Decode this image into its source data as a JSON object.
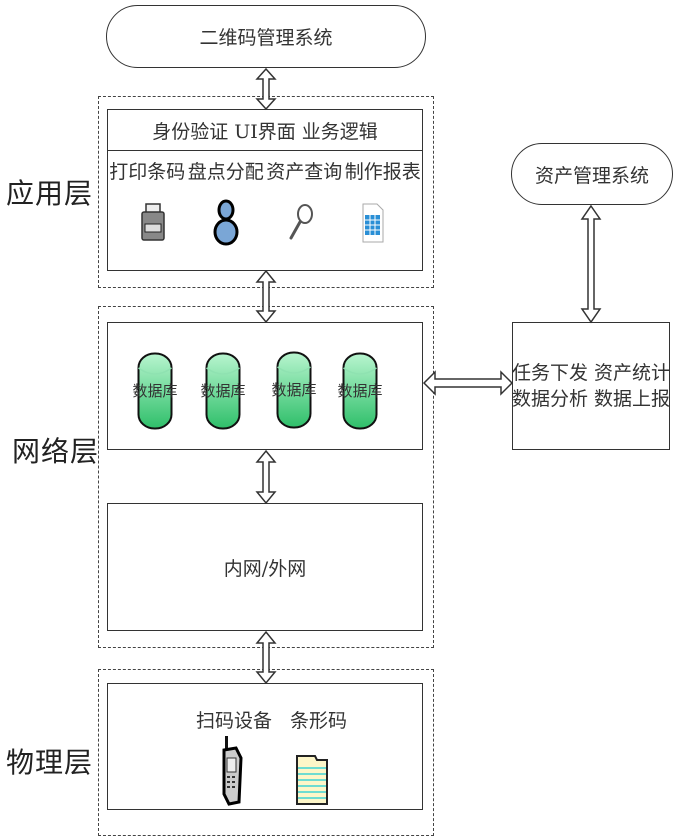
{
  "top_system": {
    "label": "二维码管理系统"
  },
  "asset_system": {
    "label": "资产管理系统"
  },
  "layers": [
    {
      "label": "应用层"
    },
    {
      "label": "网络层"
    },
    {
      "label": "物理层"
    }
  ],
  "application": {
    "header": "身份验证 UI界面 业务逻辑",
    "functions": [
      "打印条码",
      "盘点分配",
      "资产查询",
      "制作报表"
    ],
    "icons": [
      "printer-icon",
      "user-icon",
      "magnifier-icon",
      "spreadsheet-icon"
    ]
  },
  "network": {
    "databases": [
      "数据库",
      "数据库",
      "数据库",
      "数据库"
    ],
    "network_box": "内网/外网"
  },
  "asset_tasks": {
    "line1": "任务下发 资产统计",
    "line2": "数据分析 数据上报"
  },
  "physical": {
    "items": [
      "扫码设备",
      "条形码"
    ],
    "icons": [
      "mobile-phone-icon",
      "barcode-document-icon"
    ]
  },
  "colors": {
    "db_fill_light": "#b8f5cf",
    "db_fill_dark": "#2fbf6a",
    "db_stroke": "#111111"
  }
}
